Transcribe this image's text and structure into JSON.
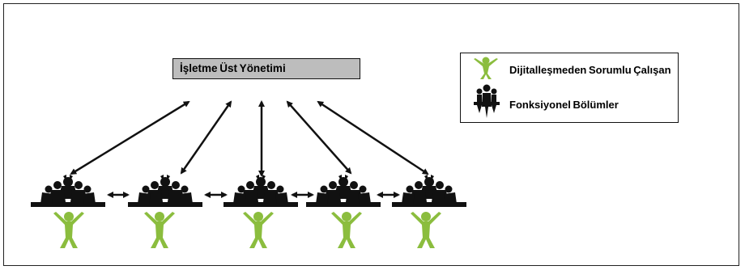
{
  "diagram": {
    "management_label": "İşletme Üst Yönetimi ",
    "legend": {
      "employee_label": "Dijitalleşmeden Sorumlu Çalışan ",
      "spacer_label": " ",
      "departments_label": "Fonksiyonel Bölümler "
    },
    "department_count": 5,
    "colors": {
      "employee": "#8bbd3e",
      "department": "#111111",
      "management_fill": "#bdbdbd"
    },
    "icons": [
      "person-green-icon",
      "people-group-icon"
    ]
  }
}
